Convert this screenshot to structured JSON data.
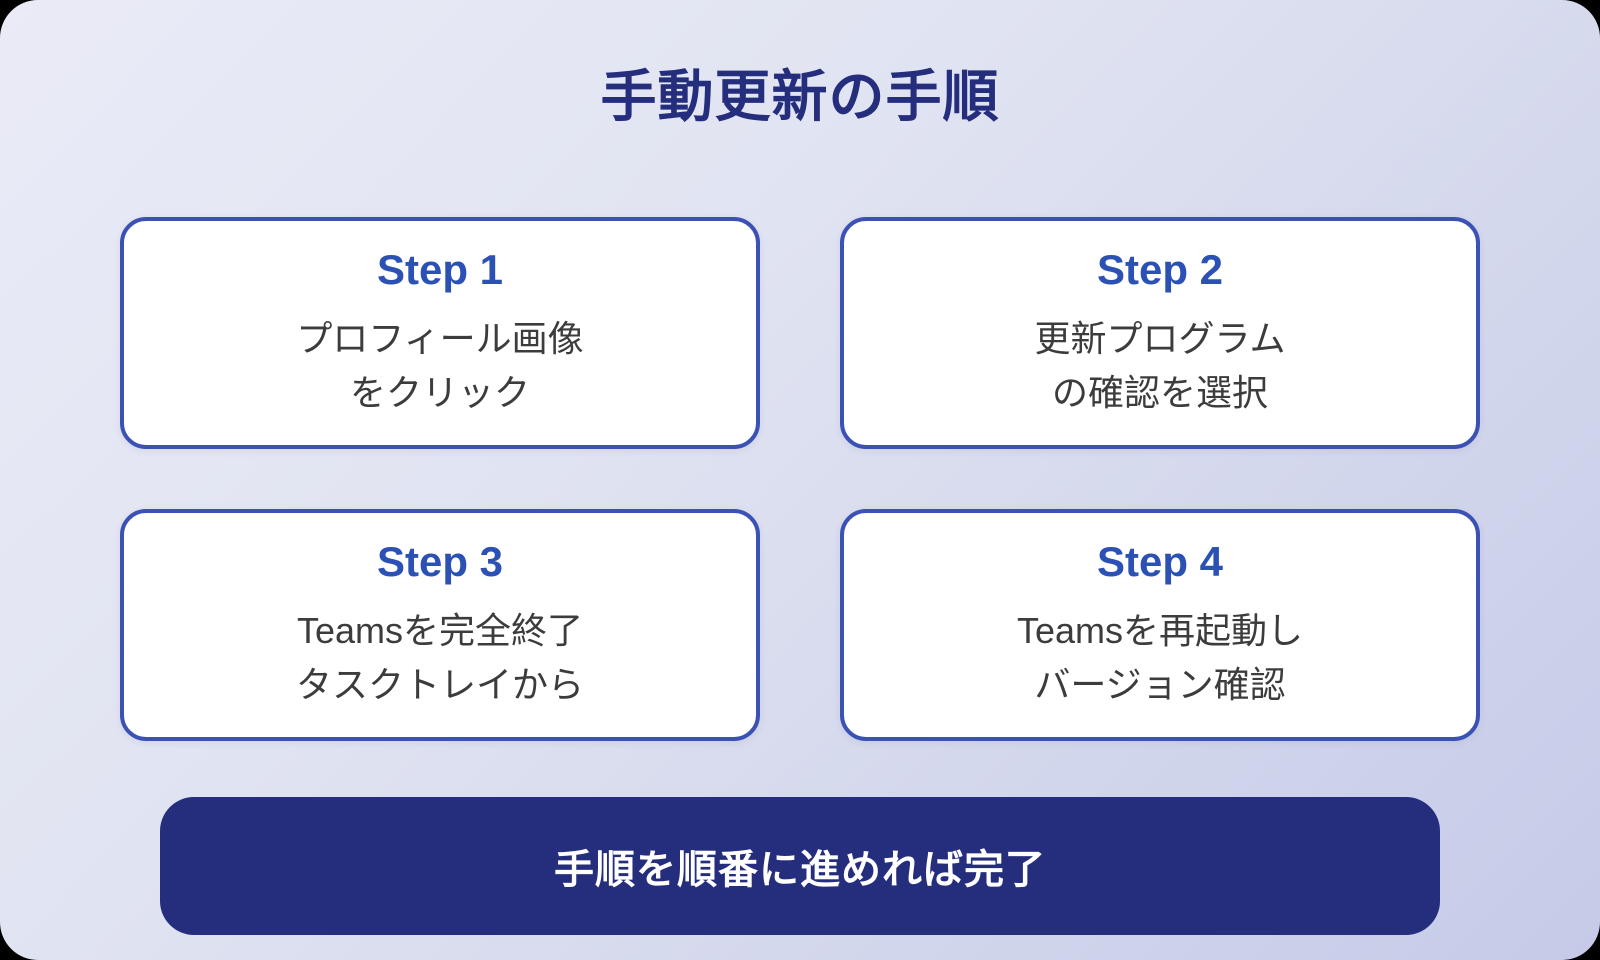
{
  "page": {
    "title": "手動更新の手順",
    "footer_text": "手順を順番に進めれば完了"
  },
  "steps": [
    {
      "label": "Step 1",
      "lines": [
        "プロフィール画像",
        "をクリック"
      ]
    },
    {
      "label": "Step 2",
      "lines": [
        "更新プログラム",
        "の確認を選択"
      ]
    },
    {
      "label": "Step 3",
      "lines": [
        "Teamsを完全終了",
        "タスクトレイから"
      ]
    },
    {
      "label": "Step 4",
      "lines": [
        "Teamsを再起動し",
        "バージョン確認"
      ]
    }
  ],
  "colors": {
    "title_navy": "#252e7d",
    "footer_navy": "#252e7d",
    "step_label_blue": "#2c51b5",
    "card_border_blue": "#3b51b3",
    "card_background": "#ffffff",
    "body_text_gray": "#3c3c3c",
    "background_gradient_start": "#eaebf7",
    "background_gradient_end": "#c5cae8",
    "footer_text_white": "#ffffff"
  }
}
